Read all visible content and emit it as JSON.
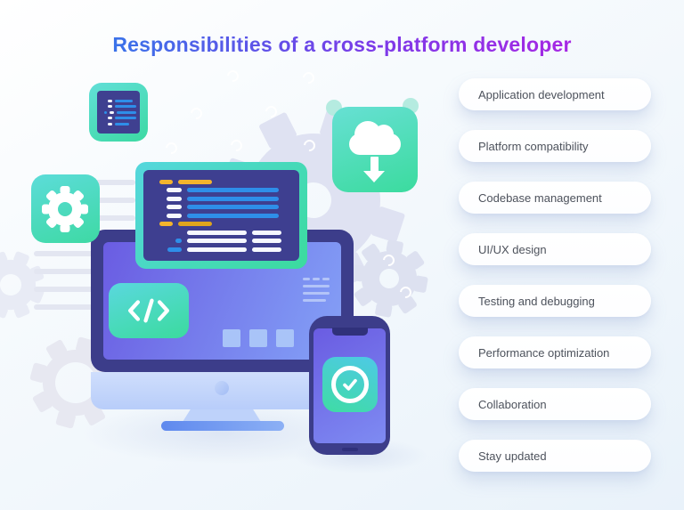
{
  "title": "Responsibilities of a cross-platform developer",
  "list": {
    "items": [
      "Application development",
      "Platform compatibility",
      "Codebase management",
      "UI/UX design",
      "Testing and debugging",
      "Performance optimization",
      "Collaboration",
      "Stay updated"
    ]
  },
  "colors": {
    "title_gradient": [
      "#2f7ce9",
      "#7c3ae8",
      "#b023e3"
    ],
    "teal_gradient": [
      "#5cdcd9",
      "#3ed9a4"
    ],
    "navy": "#3c3d8a",
    "screen_gradient": [
      "#6a5ce2",
      "#7e94f3"
    ],
    "code_yellow": "#f3b42d",
    "code_blue": "#2e8ee9",
    "pill_text": "#4d525c",
    "decor_gear": "#dfe2f2"
  },
  "illustration": {
    "code_window_rows": [
      {
        "pad": 18,
        "segs": [
          {
            "c": "yellow",
            "w": 15
          },
          {
            "c": "yellow",
            "w": 38
          }
        ]
      },
      {
        "pad": 26,
        "segs": [
          {
            "c": "white",
            "w": 17
          },
          {
            "c": "blue",
            "w": 103
          }
        ]
      },
      {
        "pad": 26,
        "segs": [
          {
            "c": "white",
            "w": 17
          },
          {
            "c": "blue",
            "w": 103
          }
        ]
      },
      {
        "pad": 26,
        "segs": [
          {
            "c": "white",
            "w": 17
          },
          {
            "c": "blue",
            "w": 103
          }
        ]
      },
      {
        "pad": 26,
        "segs": [
          {
            "c": "white",
            "w": 17
          },
          {
            "c": "blue",
            "w": 103
          }
        ]
      },
      {
        "pad": 18,
        "segs": [
          {
            "c": "yellow",
            "w": 15
          },
          {
            "c": "yellow2",
            "w": 38
          }
        ]
      },
      {
        "pad": 49,
        "segs": [
          {
            "c": "white",
            "w": 67
          },
          {
            "c": "white",
            "w": 33
          }
        ]
      },
      {
        "pad": 36,
        "segs": [
          {
            "c": "blue",
            "w": 7
          },
          {
            "c": "white",
            "w": 67
          },
          {
            "c": "white",
            "w": 33
          }
        ]
      },
      {
        "pad": 27,
        "segs": [
          {
            "c": "blue",
            "w": 16
          },
          {
            "c": "white",
            "w": 67
          },
          {
            "c": "white",
            "w": 33
          }
        ]
      }
    ],
    "mini_window_rows": [
      {
        "pad": 4,
        "segs": [
          {
            "c": "white",
            "w": 5
          },
          {
            "c": "blue",
            "w": 20
          }
        ]
      },
      {
        "pad": 4,
        "segs": [
          {
            "c": "white",
            "w": 5
          },
          {
            "c": "blue",
            "w": 24
          }
        ]
      },
      {
        "pad": 0,
        "segs": [
          {
            "c": "blue",
            "w": 3
          },
          {
            "c": "white",
            "w": 5
          },
          {
            "c": "blue",
            "w": 22
          }
        ]
      },
      {
        "pad": 4,
        "segs": [
          {
            "c": "white",
            "w": 5
          },
          {
            "c": "blue",
            "w": 24
          }
        ]
      },
      {
        "pad": 4,
        "segs": [
          {
            "c": "white",
            "w": 5
          },
          {
            "c": "blue",
            "w": 16
          }
        ]
      }
    ]
  }
}
